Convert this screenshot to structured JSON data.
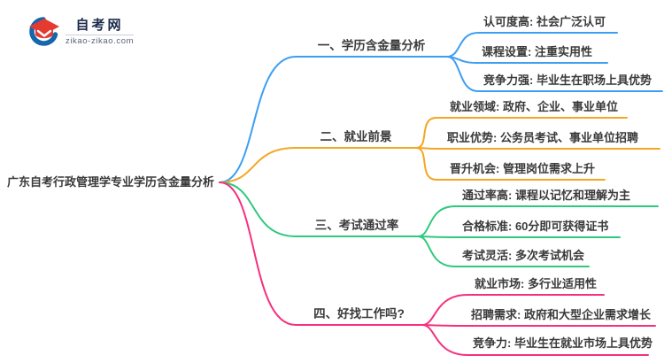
{
  "logo": {
    "title": "自考网",
    "domain": "zikao-zikao.com",
    "icon": "graduation-cap-icon"
  },
  "central": {
    "label": "广东自考行政管理学专业学历含金量分析"
  },
  "branches": [
    {
      "label": "一、学历含金量分析",
      "color": "#3D9EF2",
      "items": [
        {
          "text": "认可度高: 社会广泛认可"
        },
        {
          "text": "课程设置: 注重实用性"
        },
        {
          "text": "竞争力强: 毕业生在职场上具优势"
        }
      ]
    },
    {
      "label": "二、就业前景",
      "color": "#F5A623",
      "items": [
        {
          "text": "就业领域: 政府、企业、事业单位"
        },
        {
          "text": "职业优势: 公务员考试、事业单位招聘"
        },
        {
          "text": "晋升机会: 管理岗位需求上升"
        }
      ]
    },
    {
      "label": "三、考试通过率",
      "color": "#2EC97E",
      "items": [
        {
          "text": "通过率高: 课程以记忆和理解为主"
        },
        {
          "text": "合格标准: 60分即可获得证书"
        },
        {
          "text": "考试灵活: 多次考试机会"
        }
      ]
    },
    {
      "label": "四、好找工作吗?",
      "color": "#F5317F",
      "items": [
        {
          "text": "就业市场: 多行业适用性"
        },
        {
          "text": "招聘需求: 政府和大型企业需求增长"
        },
        {
          "text": "竞争力: 毕业生在就业市场上具优势"
        }
      ]
    }
  ],
  "colors": {
    "c0": "#3D9EF2",
    "c1": "#F5A623",
    "c2": "#2EC97E",
    "c3": "#F5317F",
    "text": "#3A3A3A",
    "logo_navy": "#1B2A4A",
    "logo_red": "#E53A30",
    "logo_blue": "#1467AD"
  }
}
